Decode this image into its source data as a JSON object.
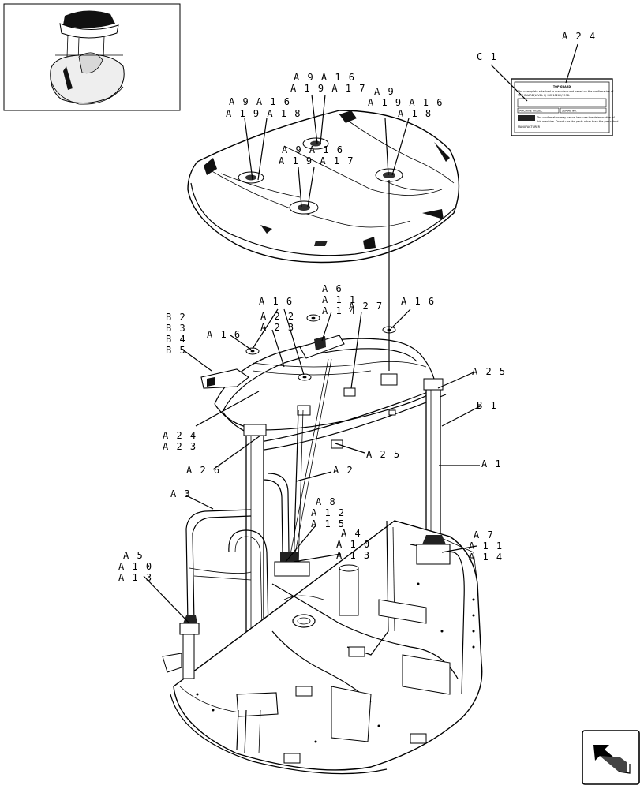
{
  "labels": {
    "a24": "A 2 4",
    "c1": "C 1",
    "top_left_1": "A 9 A 1 6",
    "top_left_2": "A 1 9 A 1 8",
    "top_mid_1": "A 9 A 1 6",
    "top_mid_2": "A 1 9 A 1 7",
    "center_1": "A 9 A 1 6",
    "center_2": "A 1 9 A 1 7",
    "top_right_1": "A 9",
    "top_right_2": "A 1 9 A 1 6",
    "top_right_3": "A 1 8",
    "a6_1": "A 6",
    "a6_2": "A 1 1",
    "a6_3": "A 1 4",
    "a16_left": "A 1 6",
    "a27": "A 2 7",
    "a16_right": "A 1 6",
    "b2": "B 2",
    "b3": "B 3",
    "b4": "B 4",
    "b5": "B 5",
    "a16_small": "A 1 6",
    "a22": "A 2 2",
    "a23_top": "A 2 3",
    "a25_right": "A 2 5",
    "b1": "B 1",
    "a24_left": "A 2 4",
    "a23_left": "A 2 3",
    "a25_mid": "A 2 5",
    "a26": "A 2 6",
    "a2": "A 2",
    "a1": "A 1",
    "a3": "A 3",
    "a8_1": "A 8",
    "a8_2": "A 1 2",
    "a8_3": "A 1 5",
    "a4_1": "A 4",
    "a4_2": "A 1 0",
    "a4_3": "A 1 3",
    "a7_1": "A 7",
    "a7_2": "A 1 1",
    "a7_3": "A 1 4",
    "a5_1": "A 5",
    "a5_2": "A 1 0",
    "a5_3": "A 1 3"
  },
  "plate": {
    "title": "TOP GUARD",
    "line1": "The nameplate attached to manufactured based on the confirmation of",
    "line2": "TOP GUARD(LEVEL II) ISO 10262/1998.",
    "machine_model": "MACHINE MODEL",
    "serial": "SERIAL No.",
    "warn1": "The confirmation may cancel because the deterioration of",
    "warn2": "this machine. Do not use the parts other than the prescribed",
    "maker": "MANUFACTURER"
  },
  "icons": {
    "thumbnail": "cab-overview-thumbnail",
    "nav": "next-page-arrow-icon"
  }
}
